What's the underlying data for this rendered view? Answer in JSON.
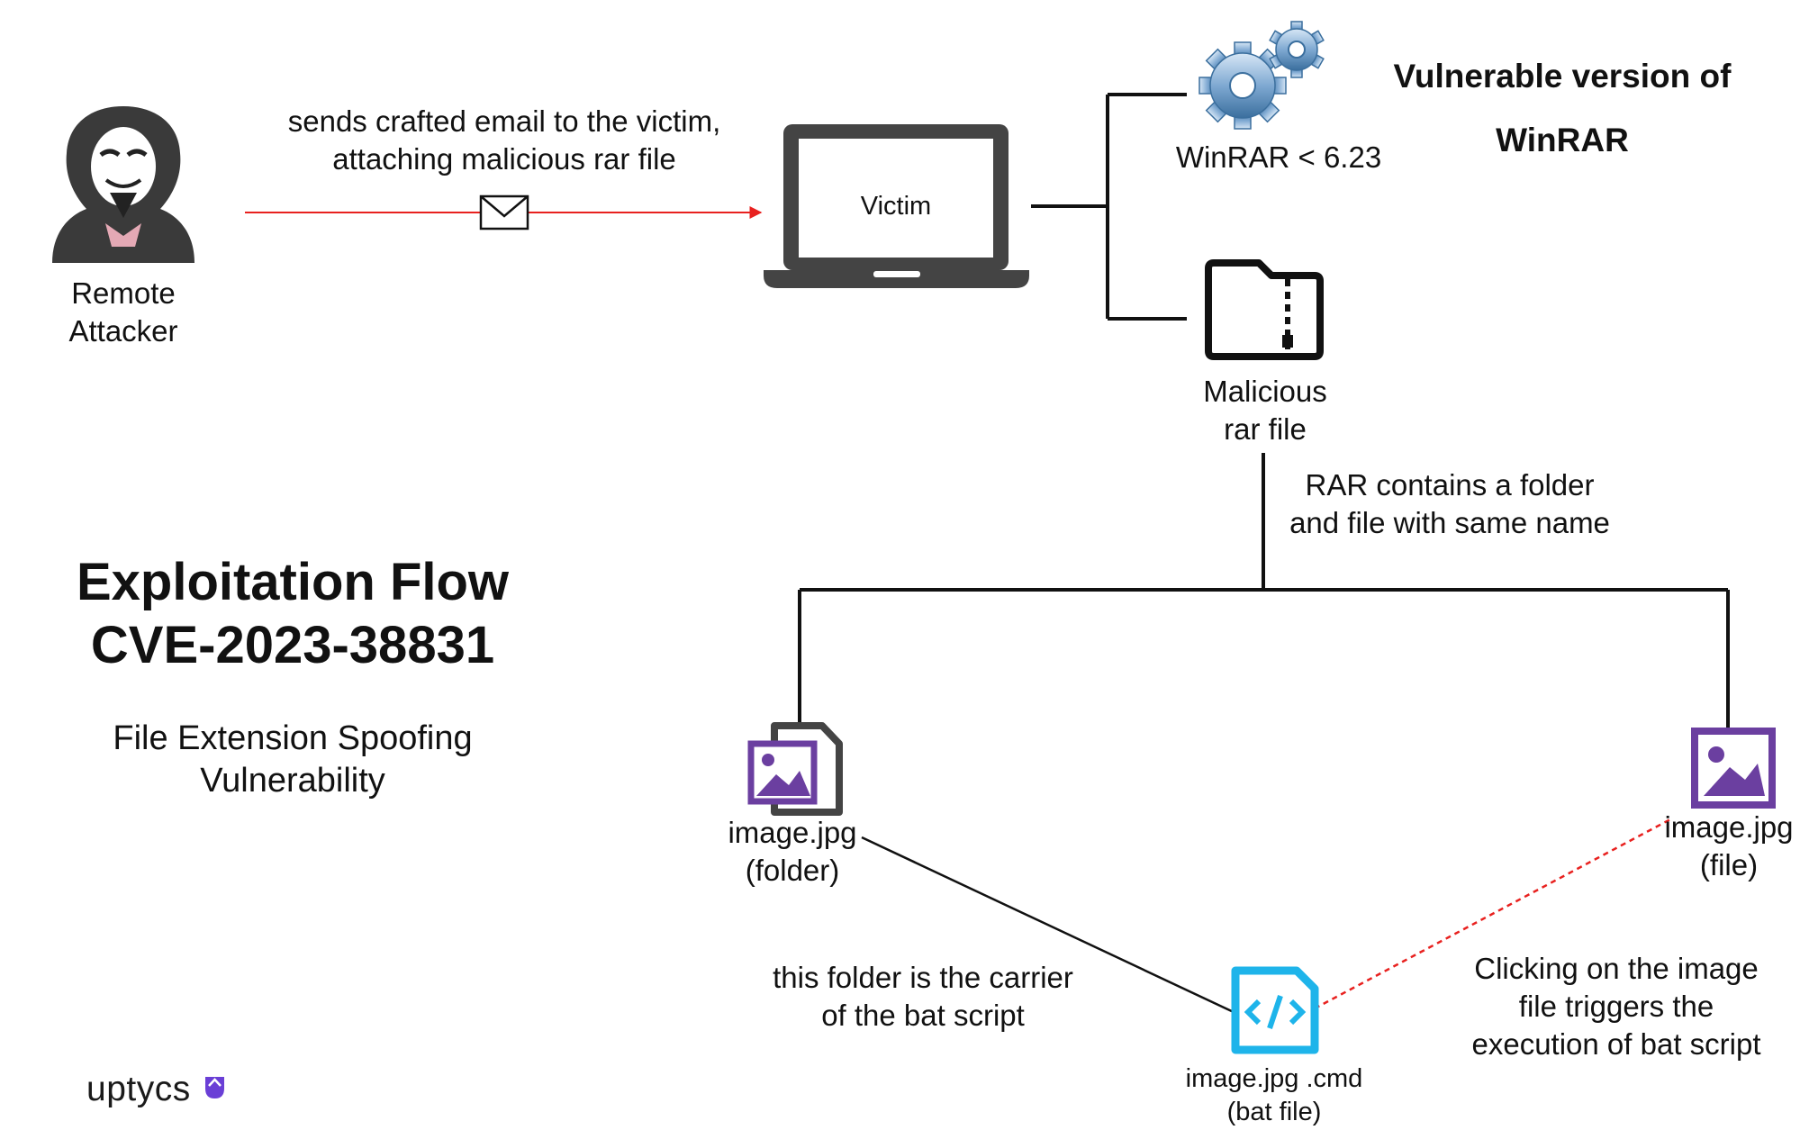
{
  "title": {
    "line1": "Exploitation Flow",
    "line2": "CVE-2023-38831"
  },
  "subtitle": {
    "line1": "File Extension Spoofing",
    "line2": "Vulnerability"
  },
  "nodes": {
    "attacker": {
      "line1": "Remote",
      "line2": "Attacker",
      "icon": "hooded-hacker-icon"
    },
    "victim": {
      "label": "Victim",
      "icon": "laptop-icon"
    },
    "winrar": {
      "label": "WinRAR < 6.23",
      "icon": "gears-icon"
    },
    "rar_file": {
      "line1": "Malicious",
      "line2": "rar file",
      "icon": "zip-file-icon"
    },
    "folder": {
      "line1": "image.jpg",
      "line2": "(folder)",
      "icon": "image-folder-icon"
    },
    "file": {
      "line1": "image.jpg",
      "line2": "(file)",
      "icon": "image-file-icon"
    },
    "bat": {
      "line1": "image.jpg .cmd",
      "line2": "(bat file)",
      "icon": "code-file-icon"
    }
  },
  "notes": {
    "vulnerable": {
      "line1": "Vulnerable version of",
      "line2": "WinRAR"
    },
    "email": {
      "line1": "sends crafted email to the victim,",
      "line2": "attaching malicious rar file"
    },
    "rar_contains": {
      "line1": "RAR contains a folder",
      "line2": "and file with same name"
    },
    "carrier": {
      "line1": "this folder is the carrier",
      "line2": "of the bat script"
    },
    "clicking": {
      "line1": "Clicking on the image",
      "line2": "file triggers the",
      "line3": "execution of bat script"
    }
  },
  "brand": {
    "name": "uptycs",
    "icon": "uptycs-logo-icon"
  },
  "colors": {
    "red_arrow": "#e8211f",
    "image_purple": "#6b3fa0",
    "code_blue": "#1eb4ea",
    "gear_blue": "#4e86b8",
    "dark": "#111111",
    "laptop_gray": "#444444"
  }
}
